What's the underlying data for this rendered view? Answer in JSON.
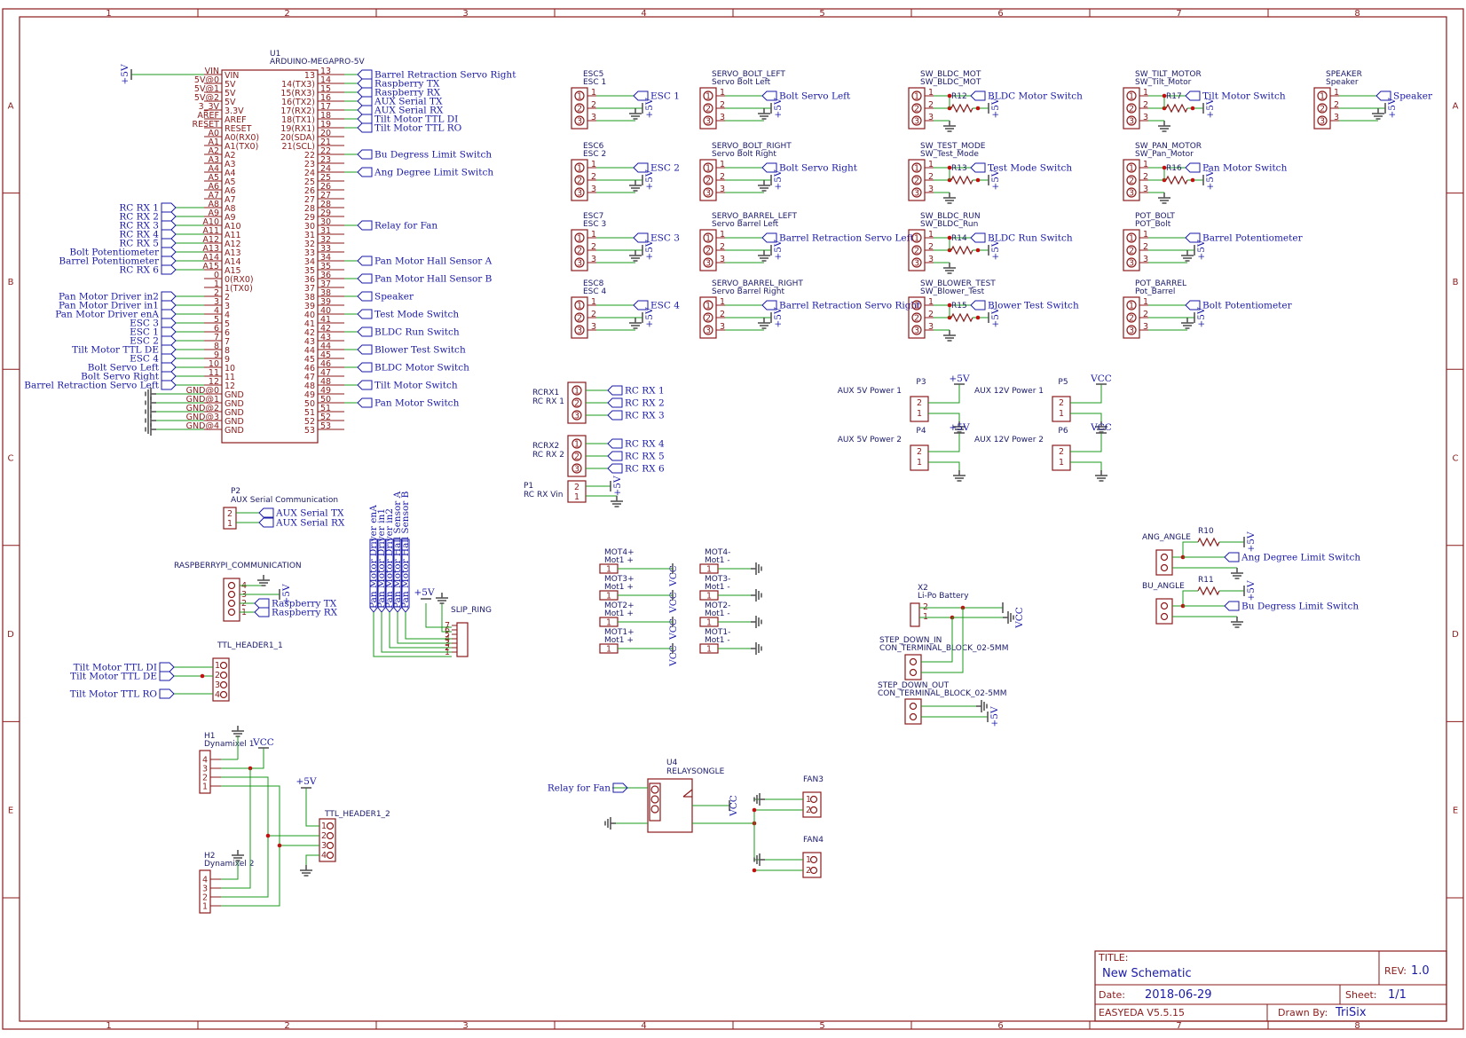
{
  "columns": [
    "1",
    "2",
    "3",
    "4",
    "5",
    "6",
    "7",
    "8"
  ],
  "rows": [
    "A",
    "B",
    "C",
    "D",
    "E"
  ],
  "title_block": {
    "title_label": "TITLE:",
    "title": "New Schematic",
    "rev_label": "REV:",
    "rev": "1.0",
    "date_label": "Date:",
    "date": "2018-06-29",
    "sheet_label": "Sheet:",
    "sheet": "1/1",
    "tool": "EASYEDA V5.5.15",
    "drawn_label": "Drawn By:",
    "drawn_by": "TriSix"
  },
  "mcu": {
    "designator": "U1",
    "value": "ARDUINO-MEGAPRO-5V",
    "left_pins": [
      "VIN",
      "5V",
      "5V",
      "5V",
      "3.3V",
      "AREF",
      "RESET",
      "A0(RX0)",
      "A1(TX0)",
      "A2",
      "A3",
      "A4",
      "A5",
      "A6",
      "A7",
      "A8",
      "A9",
      "A10",
      "A11",
      "A12",
      "A13",
      "A14",
      "A15",
      "0(RX0)",
      "1(TX0)",
      "2",
      "3",
      "4",
      "5",
      "6",
      "7",
      "8",
      "9",
      "10",
      "11",
      "12",
      "GND",
      "GND",
      "GND",
      "GND",
      "GND"
    ],
    "left_nums": [
      "VIN",
      "5V@0",
      "5V@1",
      "5V@2",
      "3_3V",
      "AREF",
      "RESET",
      "A0",
      "A1",
      "A2",
      "A3",
      "A4",
      "A5",
      "A6",
      "A7",
      "A8",
      "A9",
      "A10",
      "A11",
      "A12",
      "A13",
      "A14",
      "A15",
      "0",
      "1",
      "2",
      "3",
      "4",
      "5",
      "6",
      "7",
      "8",
      "9",
      "10",
      "11",
      "12",
      "GND@0",
      "GND@1",
      "GND@2",
      "GND@3",
      "GND@4"
    ],
    "right_pins": [
      "13",
      "14(TX3)",
      "15(RX3)",
      "16(TX2)",
      "17(RX2)",
      "18(TX1)",
      "19(RX1)",
      "20(SDA)",
      "21(SCL)",
      "22",
      "23",
      "24",
      "25",
      "26",
      "27",
      "28",
      "29",
      "30",
      "31",
      "32",
      "33",
      "34",
      "35",
      "36",
      "37",
      "38",
      "39",
      "40",
      "41",
      "42",
      "43",
      "44",
      "45",
      "46",
      "47",
      "48",
      "49",
      "50",
      "51",
      "52",
      "53"
    ],
    "right_nums": [
      "13",
      "14",
      "15",
      "16",
      "17",
      "18",
      "19",
      "20",
      "21",
      "22",
      "23",
      "24",
      "25",
      "26",
      "27",
      "28",
      "29",
      "30",
      "31",
      "32",
      "33",
      "34",
      "35",
      "36",
      "37",
      "38",
      "39",
      "40",
      "41",
      "42",
      "43",
      "44",
      "45",
      "46",
      "47",
      "48",
      "49",
      "50",
      "51",
      "52",
      "53"
    ],
    "left_nets": {
      "15": "RC RX 1",
      "16": "RC RX 2",
      "17": "RC RX 3",
      "18": "RC RX 4",
      "19": "RC RX 5",
      "20": "Bolt Potentiometer",
      "21": "Barrel Potentiometer",
      "22": "RC RX 6",
      "25": "Pan Motor Driver in2",
      "26": "Pan Motor Driver in1",
      "27": "Pan Motor Driver enA",
      "28": "ESC 3",
      "29": "ESC 1",
      "30": "ESC 2",
      "31": "Tilt Motor TTL DE",
      "32": "ESC 4",
      "33": "Bolt Servo Left",
      "34": "Bolt Servo Right",
      "35": "Barrel Retraction Servo Left"
    },
    "right_nets": {
      "0": "Barrel Retraction Servo Right",
      "1": "Raspberry TX",
      "2": "Raspberry RX",
      "3": "AUX Serial TX",
      "4": "AUX Serial RX",
      "5": "Tilt Motor TTL DI",
      "6": "Tilt Motor TTL RO",
      "9": "Bu Degress Limit Switch",
      "11": "Ang Degree Limit Switch",
      "17": "Relay for Fan",
      "21": "Pan Motor Hall Sensor A",
      "23": "Pan Motor Hall Sensor B",
      "25": "Speaker",
      "27": "Test Mode Switch",
      "29": "BLDC Run Switch",
      "31": "Blower Test Switch",
      "33": "BLDC Motor Switch",
      "35": "Tilt Motor Switch",
      "37": "Pan Motor Switch"
    },
    "vin_net": "+5V"
  },
  "headers3": [
    {
      "des": "ESC5",
      "val": "ESC 1",
      "net": "ESC 1",
      "pwr": "+5V"
    },
    {
      "des": "ESC6",
      "val": "ESC 2",
      "net": "ESC 2",
      "pwr": "+5V"
    },
    {
      "des": "ESC7",
      "val": "ESC 3",
      "net": "ESC 3",
      "pwr": "+5V"
    },
    {
      "des": "ESC8",
      "val": "ESC 4",
      "net": "ESC 4",
      "pwr": "+5V"
    },
    {
      "des": "SERVO_BOLT_LEFT",
      "val": "Servo Bolt Left",
      "net": "Bolt Servo Left",
      "pwr": "+5V"
    },
    {
      "des": "SERVO_BOLT_RIGHT",
      "val": "Servo Bolt Right",
      "net": "Bolt Servo Right",
      "pwr": "+5V"
    },
    {
      "des": "SERVO_BARREL_LEFT",
      "val": "Servo Barrel Left",
      "net": "Barrel Retraction Servo Left",
      "pwr": "+5V"
    },
    {
      "des": "SERVO_BARREL_RIGHT",
      "val": "Servo Barrel Right",
      "net": "Barrel Retraction Servo Right",
      "pwr": "+5V"
    },
    {
      "des": "SW_BLDC_MOT",
      "val": "SW_BLDC_MOT",
      "net": "BLDC Motor Switch",
      "pwr": "+5V",
      "res": "R12"
    },
    {
      "des": "SW_TEST_MODE",
      "val": "SW_Test_Mode",
      "net": "Test Mode Switch",
      "pwr": "+5V",
      "res": "R13"
    },
    {
      "des": "SW_BLDC_RUN",
      "val": "SW_BLDC_Run",
      "net": "BLDC Run Switch",
      "pwr": "+5V",
      "res": "R14"
    },
    {
      "des": "SW_BLOWER_TEST",
      "val": "SW_Blower_Test",
      "net": "Blower Test Switch",
      "pwr": "+5V",
      "res": "R15"
    },
    {
      "des": "SW_TILT_MOTOR",
      "val": "SW_Tilt_Motor",
      "net": "Tilt Motor Switch",
      "pwr": "+5V",
      "res": "R17"
    },
    {
      "des": "SW_PAN_MOTOR",
      "val": "SW_Pan_Motor",
      "net": "Pan Motor Switch",
      "pwr": "+5V",
      "res": "R16"
    },
    {
      "des": "POT_BOLT",
      "val": "POT_Bolt",
      "net": "Barrel Potentiometer",
      "pwr": "+5V"
    },
    {
      "des": "POT_BARREL",
      "val": "Pot_Barrel",
      "net": "Bolt Potentiometer",
      "pwr": "+5V"
    },
    {
      "des": "SPEAKER",
      "val": "Speaker",
      "net": "Speaker",
      "pwr": "+5V"
    }
  ],
  "rcrx": [
    {
      "des": "RCRX1",
      "val": "RC RX 1",
      "nets": [
        "RC RX 1",
        "RC RX 2",
        "RC RX 3"
      ]
    },
    {
      "des": "RCRX2",
      "val": "RC RX 2",
      "nets": [
        "RC RX 4",
        "RC RX 5",
        "RC RX 6"
      ]
    }
  ],
  "p1": {
    "des": "P1",
    "val": "RC RX Vin",
    "pwr": "+5V",
    "pins": [
      "2",
      "1"
    ]
  },
  "p2": {
    "des": "P2",
    "val": "AUX Serial Communication",
    "nets": [
      "AUX Serial TX",
      "AUX Serial RX"
    ],
    "pins": [
      "2",
      "1"
    ]
  },
  "rpi": {
    "des": "RASPBERRYPI_COMMUNICATION",
    "pwr": "+5V",
    "nets": [
      "Raspberry TX",
      "Raspberry RX"
    ],
    "pins": [
      "4",
      "3",
      "2",
      "1"
    ]
  },
  "ttl1": {
    "des": "TTL_HEADER1_1",
    "nets": [
      "Tilt Motor TTL DI",
      "Tilt Motor TTL DE",
      "Tilt Motor TTL RO"
    ],
    "pins": [
      "1",
      "2",
      "3",
      "4"
    ]
  },
  "slip": {
    "des": "SLIP_RING",
    "pwr": "+5V",
    "nets": [
      "Pan Motor Driver enA",
      "Pan Motor Driver in1",
      "Pan Motor Driver in2",
      "Pan Motor Hall Sensor A",
      "Pan Motor Hall Sensor B"
    ],
    "pins": [
      "7",
      "6",
      "5",
      "4",
      "3",
      "2",
      "1"
    ]
  },
  "power": [
    {
      "des": "P3",
      "val": "AUX 5V Power 1",
      "pwr": "+5V"
    },
    {
      "des": "P4",
      "val": "AUX 5V Power 2",
      "pwr": "+5V"
    },
    {
      "des": "P5",
      "val": "AUX 12V Power 1",
      "pwr": "VCC"
    },
    {
      "des": "P6",
      "val": "AUX 12V Power 2",
      "pwr": "VCC"
    }
  ],
  "motors": [
    {
      "pos": "MOT4+",
      "pos_val": "Mot1 +",
      "neg": "MOT4-",
      "neg_val": "Mot1 -",
      "pwr": "VCC"
    },
    {
      "pos": "MOT3+",
      "pos_val": "Mot1 +",
      "neg": "MOT3-",
      "neg_val": "Mot1 -",
      "pwr": "VCC"
    },
    {
      "pos": "MOT2+",
      "pos_val": "Mot1 +",
      "neg": "MOT2-",
      "neg_val": "Mot1 -",
      "pwr": "VCC"
    },
    {
      "pos": "MOT1+",
      "pos_val": "Mot1 +",
      "neg": "MOT1-",
      "neg_val": "Mot1 -",
      "pwr": "VCC"
    }
  ],
  "limits": [
    {
      "des": "ANG_ANGLE",
      "res": "R10",
      "net": "Ang Degree Limit Switch",
      "pwr": "+5V"
    },
    {
      "des": "BU_ANGLE",
      "res": "R11",
      "net": "Bu Degress Limit Switch",
      "pwr": "+5V"
    }
  ],
  "battery": {
    "des": "X2",
    "val": "Li-Po Battery",
    "pwr": "VCC",
    "pins": [
      "2",
      "1"
    ]
  },
  "stepdown": [
    {
      "des": "STEP_DOWN_IN",
      "val": "CON_TERMINAL_BLOCK_02-5MM"
    },
    {
      "des": "STEP_DOWN_OUT",
      "val": "CON_TERMINAL_BLOCK_02-5MM",
      "pwr": "+5V"
    }
  ],
  "dyn": [
    {
      "des": "H1",
      "val": "Dynamixel 1",
      "pins": [
        "4",
        "3",
        "2",
        "1"
      ],
      "pwr": "VCC"
    },
    {
      "des": "H2",
      "val": "Dynamixel 2",
      "pins": [
        "4",
        "3",
        "2",
        "1"
      ]
    }
  ],
  "ttl2": {
    "des": "TTL_HEADER1_2",
    "pwr": "+5V",
    "pins": [
      "1",
      "2",
      "3",
      "4"
    ]
  },
  "relay": {
    "des": "U4",
    "val": "RELAYSONGLE",
    "net": "Relay for Fan",
    "pwr": "VCC"
  },
  "fans": [
    {
      "des": "FAN3",
      "pins": [
        "1",
        "2"
      ]
    },
    {
      "des": "FAN4",
      "pins": [
        "1",
        "2"
      ]
    }
  ]
}
